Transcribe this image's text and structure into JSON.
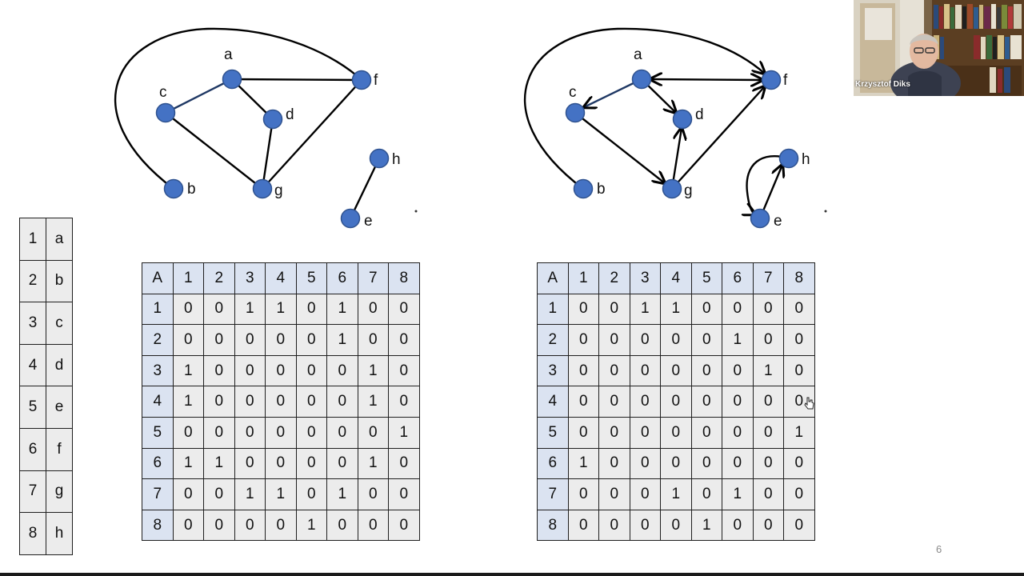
{
  "graphs": [
    {
      "id": "undirected",
      "nodes": [
        {
          "label": "a"
        },
        {
          "label": "c"
        },
        {
          "label": "d"
        },
        {
          "label": "f"
        },
        {
          "label": "b"
        },
        {
          "label": "g"
        },
        {
          "label": "h"
        },
        {
          "label": "e"
        }
      ]
    },
    {
      "id": "directed",
      "nodes": [
        {
          "label": "a"
        },
        {
          "label": "c"
        },
        {
          "label": "d"
        },
        {
          "label": "f"
        },
        {
          "label": "b"
        },
        {
          "label": "g"
        },
        {
          "label": "h"
        },
        {
          "label": "e"
        }
      ]
    }
  ],
  "legend": [
    [
      "1",
      "a"
    ],
    [
      "2",
      "b"
    ],
    [
      "3",
      "c"
    ],
    [
      "4",
      "d"
    ],
    [
      "5",
      "e"
    ],
    [
      "6",
      "f"
    ],
    [
      "7",
      "g"
    ],
    [
      "8",
      "h"
    ]
  ],
  "matrix_left": {
    "header": [
      "A",
      "1",
      "2",
      "3",
      "4",
      "5",
      "6",
      "7",
      "8"
    ],
    "rows": [
      [
        "1",
        "0",
        "0",
        "1",
        "1",
        "0",
        "1",
        "0",
        "0"
      ],
      [
        "2",
        "0",
        "0",
        "0",
        "0",
        "0",
        "1",
        "0",
        "0"
      ],
      [
        "3",
        "1",
        "0",
        "0",
        "0",
        "0",
        "0",
        "1",
        "0"
      ],
      [
        "4",
        "1",
        "0",
        "0",
        "0",
        "0",
        "0",
        "1",
        "0"
      ],
      [
        "5",
        "0",
        "0",
        "0",
        "0",
        "0",
        "0",
        "0",
        "1"
      ],
      [
        "6",
        "1",
        "1",
        "0",
        "0",
        "0",
        "0",
        "1",
        "0"
      ],
      [
        "7",
        "0",
        "0",
        "1",
        "1",
        "0",
        "1",
        "0",
        "0"
      ],
      [
        "8",
        "0",
        "0",
        "0",
        "0",
        "1",
        "0",
        "0",
        "0"
      ]
    ]
  },
  "matrix_right": {
    "header": [
      "A",
      "1",
      "2",
      "3",
      "4",
      "5",
      "6",
      "7",
      "8"
    ],
    "rows": [
      [
        "1",
        "0",
        "0",
        "1",
        "1",
        "0",
        "0",
        "0",
        "0"
      ],
      [
        "2",
        "0",
        "0",
        "0",
        "0",
        "0",
        "1",
        "0",
        "0"
      ],
      [
        "3",
        "0",
        "0",
        "0",
        "0",
        "0",
        "0",
        "1",
        "0"
      ],
      [
        "4",
        "0",
        "0",
        "0",
        "0",
        "0",
        "0",
        "0",
        "0"
      ],
      [
        "5",
        "0",
        "0",
        "0",
        "0",
        "0",
        "0",
        "0",
        "1"
      ],
      [
        "6",
        "1",
        "0",
        "0",
        "0",
        "0",
        "0",
        "0",
        "0"
      ],
      [
        "7",
        "0",
        "0",
        "0",
        "1",
        "0",
        "1",
        "0",
        "0"
      ],
      [
        "8",
        "0",
        "0",
        "0",
        "0",
        "1",
        "0",
        "0",
        "0"
      ]
    ]
  },
  "slide_number": "6",
  "webcam": {
    "name": "Krzysztof Diks"
  },
  "colors": {
    "node": "#4472c4",
    "node_stroke": "#2f528f",
    "header": "#dbe3f1",
    "cell": "#ececec"
  }
}
